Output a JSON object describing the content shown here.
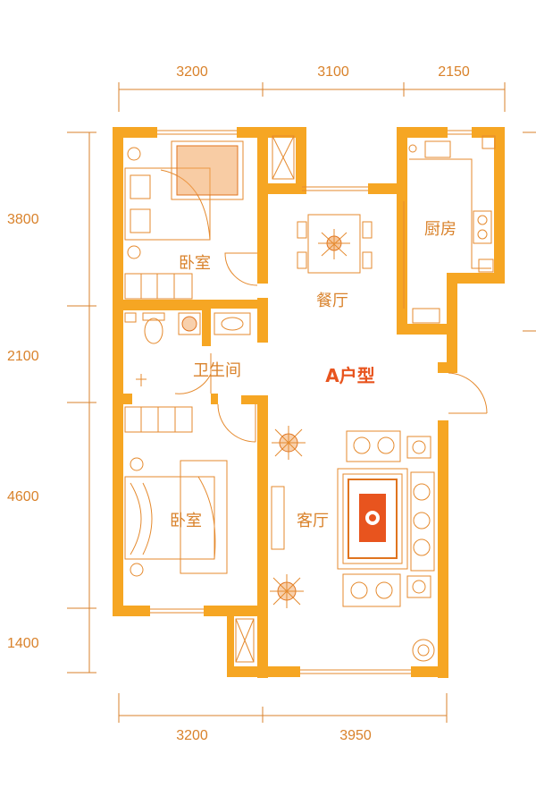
{
  "plan": {
    "title": "A户型",
    "colors": {
      "wall": "#f6a623",
      "dimension": "#d9822b",
      "title": "#e8541e",
      "furniture": "#e58a2e"
    },
    "dimensions": {
      "top": [
        "3200",
        "3100",
        "2150"
      ],
      "bottom": [
        "3200",
        "3950"
      ],
      "left": [
        "3800",
        "2100",
        "4600",
        "1400"
      ]
    },
    "rooms": {
      "bedroom_top": "卧室",
      "dining": "餐厅",
      "kitchen": "厨房",
      "bathroom": "卫生间",
      "bedroom_bottom": "卧室",
      "living": "客厅"
    }
  }
}
